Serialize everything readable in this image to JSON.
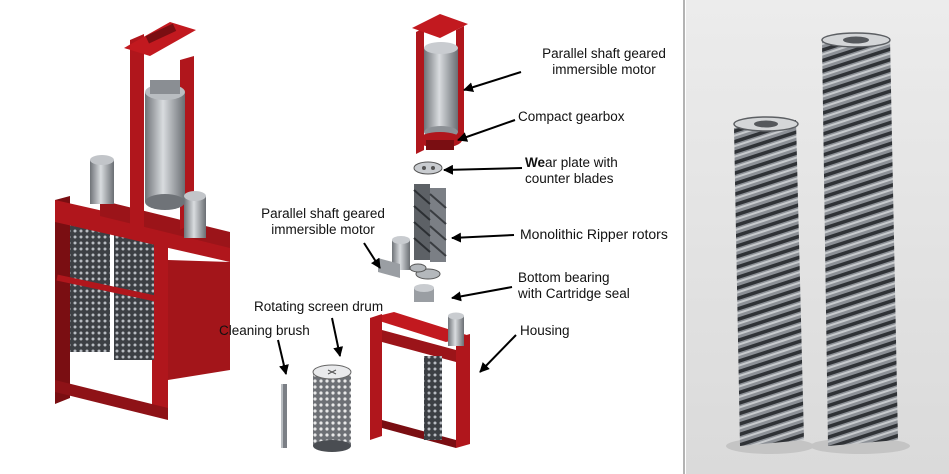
{
  "labels": {
    "motor_top": {
      "line1": "Parallel shaft geared",
      "line2": "immersible motor"
    },
    "gearbox": "Compact gearbox",
    "wear_plate": {
      "bold": "We",
      "line1_rest": "ar plate with",
      "line2": "counter blades"
    },
    "motor_mid": {
      "line1": "Parallel shaft geared",
      "line2": "immersible motor"
    },
    "rotors": "Monolithic  Ripper rotors",
    "bearing": {
      "line1": "Bottom bearing",
      "line2": "with Cartridge seal"
    },
    "screen_drum": "Rotating screen drum",
    "brush": "Cleaning brush",
    "housing": "Housing"
  },
  "colors": {
    "frame_red": "#b0161c",
    "frame_dark": "#7a0e12",
    "motor_grey": "#9a9ea3",
    "steel_dark": "#4a4d52",
    "photo_bg": "#e4e4e4",
    "arrow": "#000000"
  }
}
